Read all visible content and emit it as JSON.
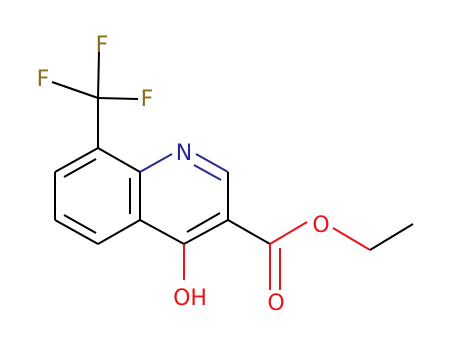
{
  "molecule": {
    "atoms": {
      "f_top": "F",
      "f_left": "F",
      "f_right": "F",
      "nitrogen": "N",
      "ester_oxygen": "O",
      "carbonyl_oxygen": "O",
      "hydroxyl": "OH"
    },
    "colors": {
      "bond": "#000000",
      "fluorine": "#8a6d1c",
      "nitrogen": "#2a2a8c",
      "oxygen": "#e8141b"
    }
  }
}
